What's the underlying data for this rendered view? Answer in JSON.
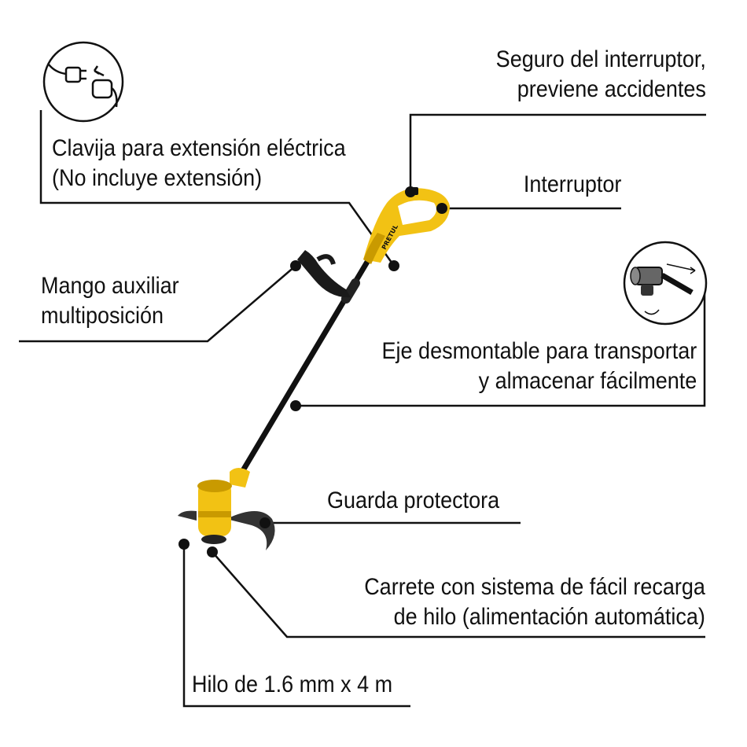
{
  "brand_text": "PRETUL",
  "colors": {
    "body": "#F2C214",
    "body_shade": "#C99A00",
    "black": "#111111",
    "line": "#111111"
  },
  "callouts": {
    "switch_lock": {
      "line1": "Seguro del interruptor,",
      "line2": "previene accidentes"
    },
    "plug": {
      "line1": "Clavija para extensión eléctrica",
      "line2": "(No incluye extensión)"
    },
    "switch": {
      "line1": "Interruptor"
    },
    "aux_handle": {
      "line1": "Mango auxiliar",
      "line2": "multiposición"
    },
    "shaft": {
      "line1": "Eje desmontable para transportar",
      "line2": "y almacenar fácilmente"
    },
    "guard": {
      "line1": "Guarda protectora"
    },
    "spool": {
      "line1": "Carrete con sistema de fácil recarga",
      "line2": "de hilo (alimentación automática)"
    },
    "line_spec": {
      "line1": "Hilo de 1.6 mm x 4 m"
    }
  },
  "icons": [
    "plug-connection-icon",
    "detachable-shaft-icon"
  ]
}
